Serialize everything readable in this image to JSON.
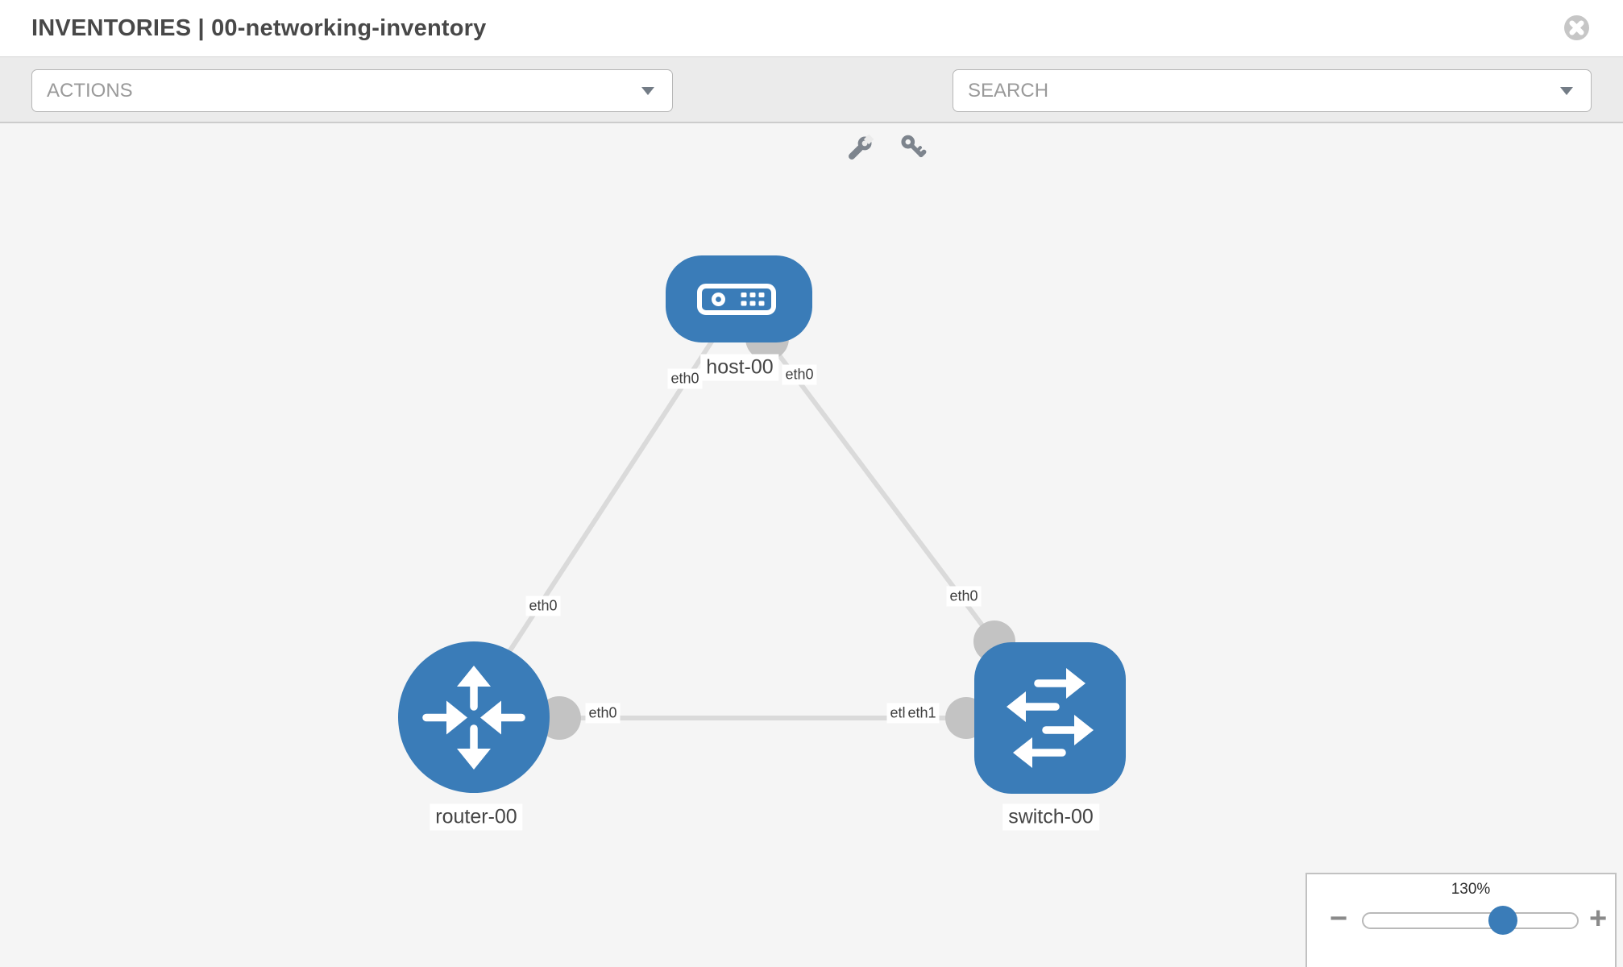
{
  "header": {
    "title": "INVENTORIES | 00-networking-inventory"
  },
  "toolbar": {
    "actions": {
      "label": "ACTIONS"
    },
    "search": {
      "placeholder": "SEARCH"
    },
    "icons": [
      "wrench-icon",
      "key-icon"
    ]
  },
  "diagram": {
    "nodes": [
      {
        "id": "host-00",
        "type": "host",
        "label": "host-00"
      },
      {
        "id": "router-00",
        "type": "router",
        "label": "router-00"
      },
      {
        "id": "switch-00",
        "type": "switch",
        "label": "switch-00"
      }
    ],
    "links": [
      {
        "from": "host-00",
        "to": "router-00",
        "from_interface": "eth0",
        "to_interface": "eth0"
      },
      {
        "from": "host-00",
        "to": "switch-00",
        "from_interface": "eth0",
        "to_interface": "eth0"
      },
      {
        "from": "router-00",
        "to": "switch-00",
        "from_interface": "eth0",
        "to_interface": "eth1"
      }
    ],
    "interface_labels": [
      {
        "text": "eth0"
      },
      {
        "text": "eth0"
      },
      {
        "text": "eth0"
      },
      {
        "text": "eth0"
      },
      {
        "text": "eth0"
      },
      {
        "text": "eth0"
      },
      {
        "text": "eth1"
      }
    ]
  },
  "zoom": {
    "level": "130%",
    "minus_label": "−",
    "plus_label": "+"
  },
  "colors": {
    "node_blue": "#3a7cb8",
    "link_gray": "#dadada",
    "connector_gray": "#c3c3c3",
    "toolbar_bg": "#ebebeb",
    "canvas_bg": "#f5f5f5"
  }
}
